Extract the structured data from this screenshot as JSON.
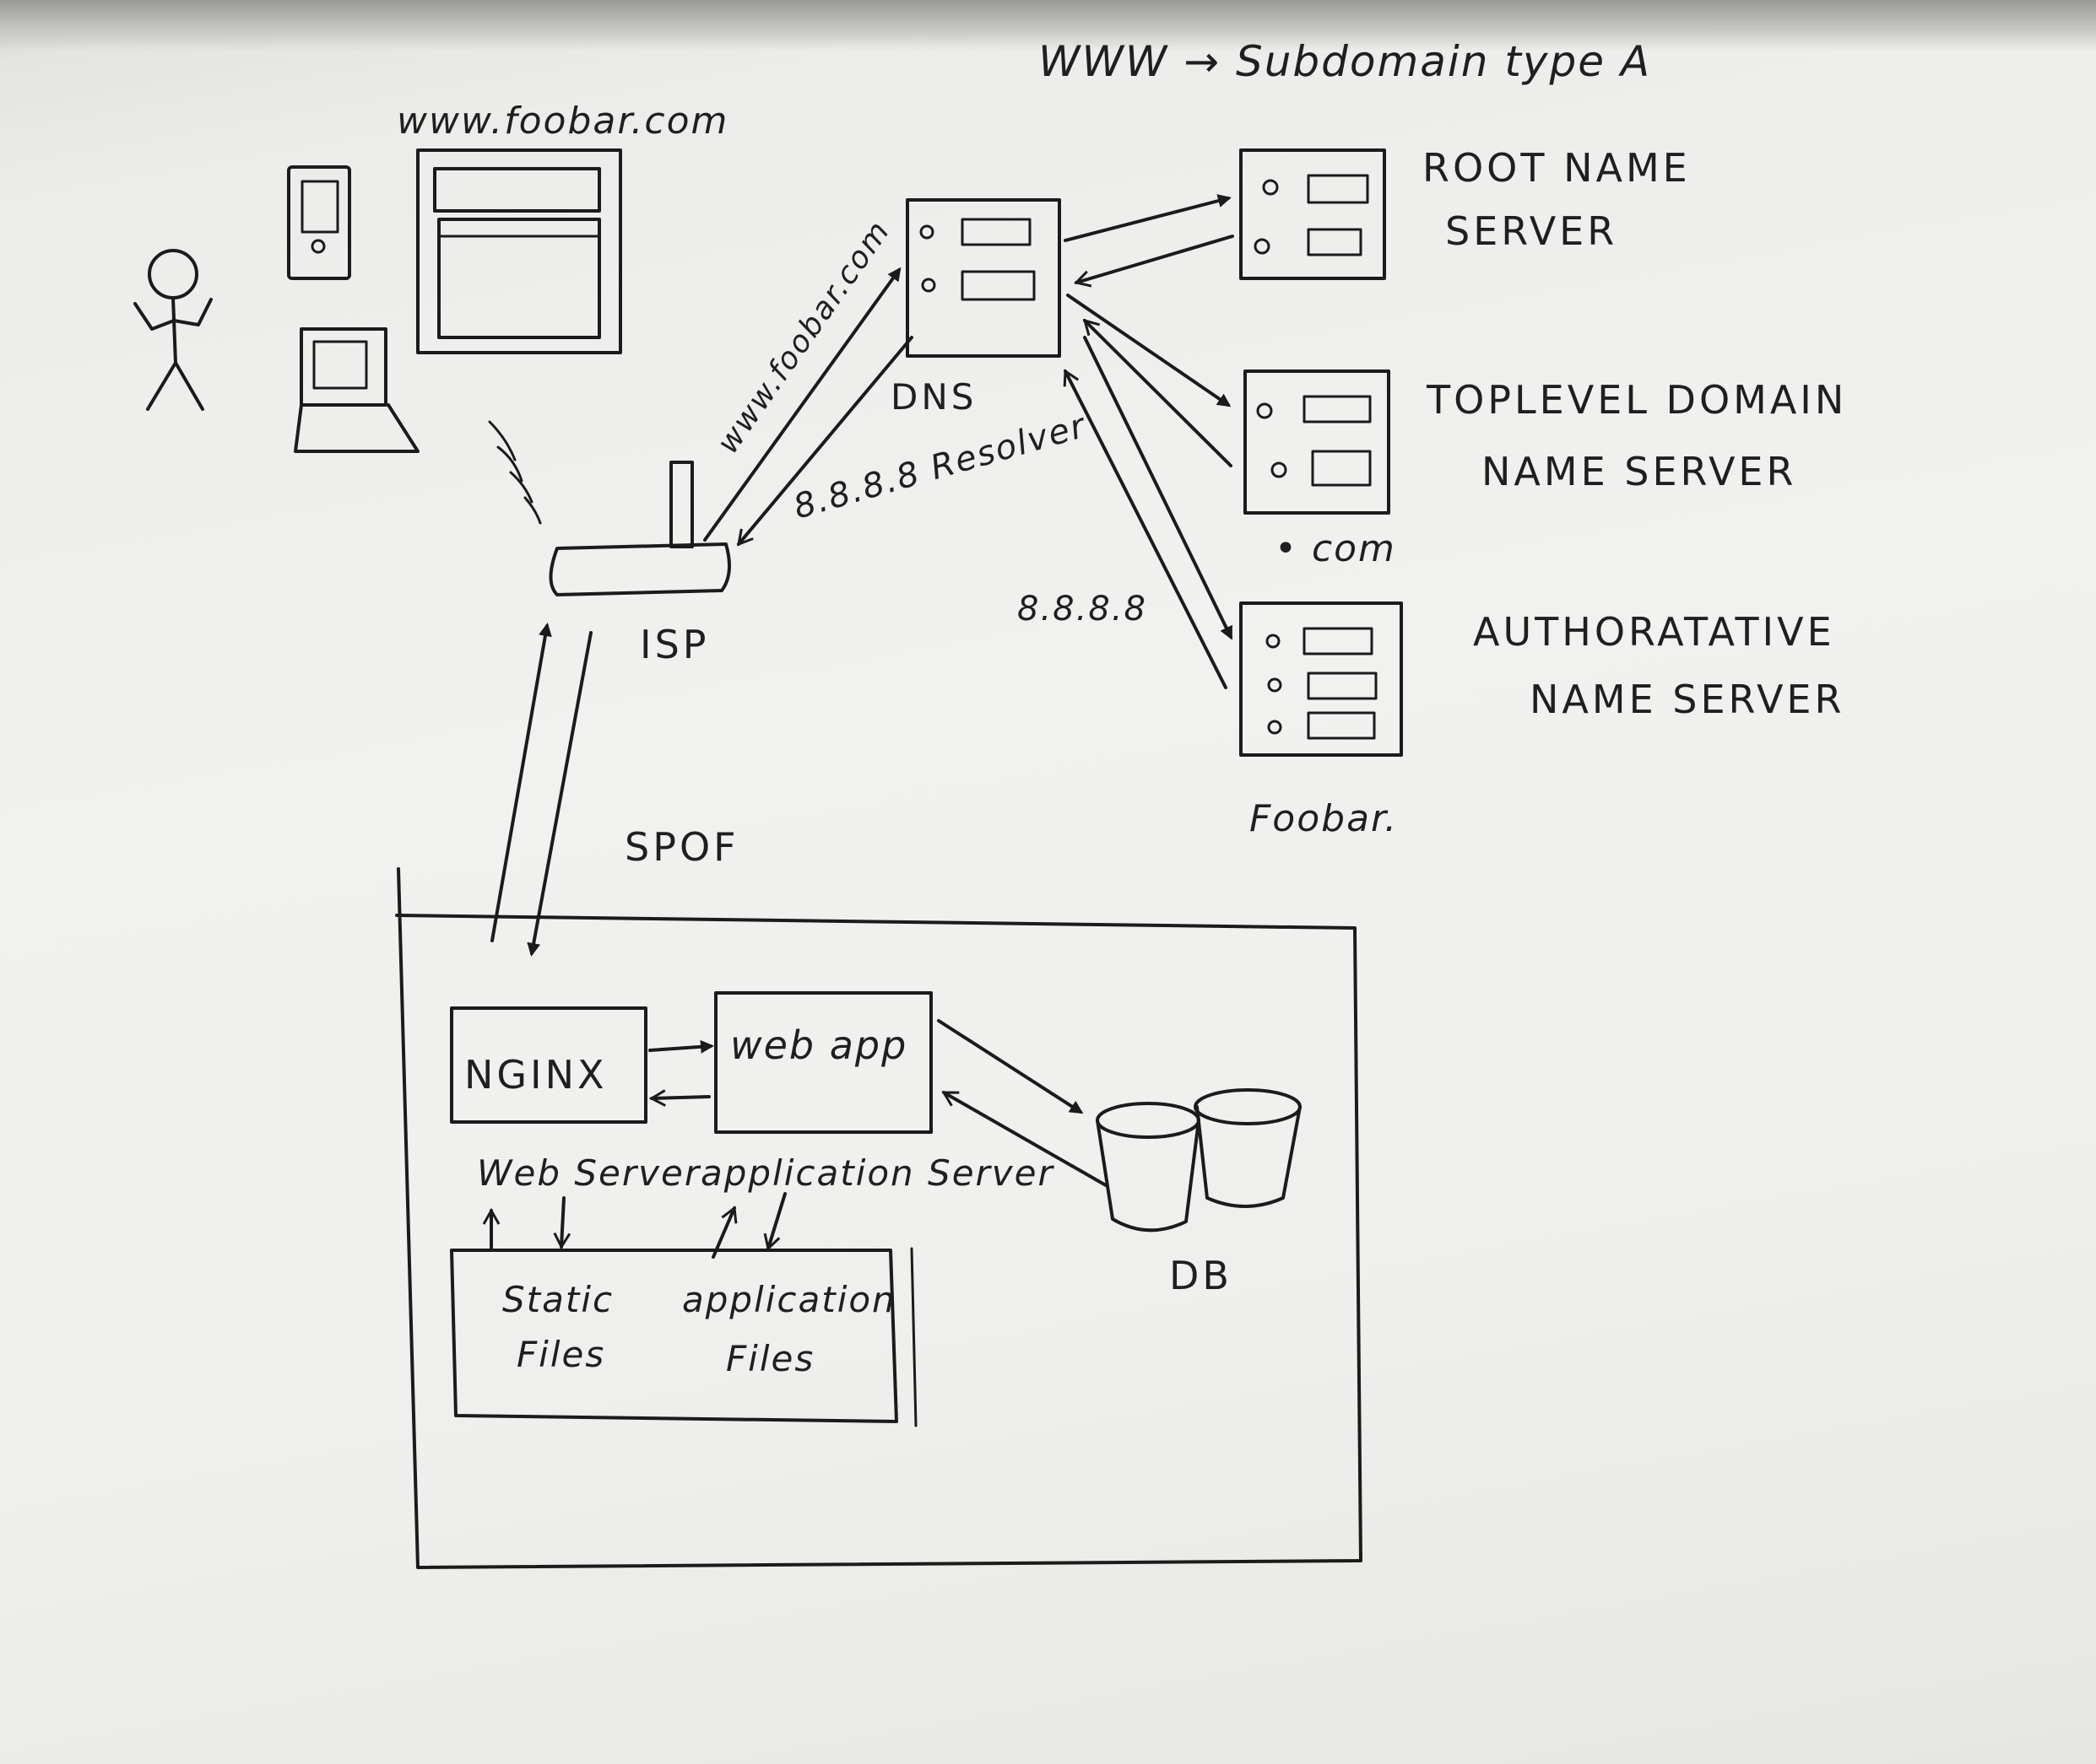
{
  "labels": {
    "www_subdomain": "WWW → Subdomain type A",
    "site_url": "www.foobar.com",
    "root_name_server_line1": "ROOT NAME",
    "root_name_server_line2": "SERVER",
    "tld_line1": "TOPLEVEL DOMAIN",
    "tld_line2": "NAME SERVER",
    "tld_com": "• com",
    "auth_line1": "AUTHORATATIVE",
    "auth_line2": "NAME SERVER",
    "auth_foobar": "Foobar.",
    "dns_line1": "DNS",
    "dns_line2": "8.8.8.8 Resolver",
    "query_arrow": "www.foobar.com",
    "resolver_ip": "8.8.8.8",
    "isp": "ISP",
    "spof": "SPOF",
    "nginx": "NGINX",
    "web_app": "web app",
    "web_server": "Web Server",
    "application_server": "application Server",
    "static_files_line1": "Static",
    "static_files_line2": "Files",
    "application_files_line1": "application",
    "application_files_line2": "Files",
    "db": "DB"
  },
  "colors": {
    "ink": "#1b1b1b",
    "paper": "#efefed"
  }
}
